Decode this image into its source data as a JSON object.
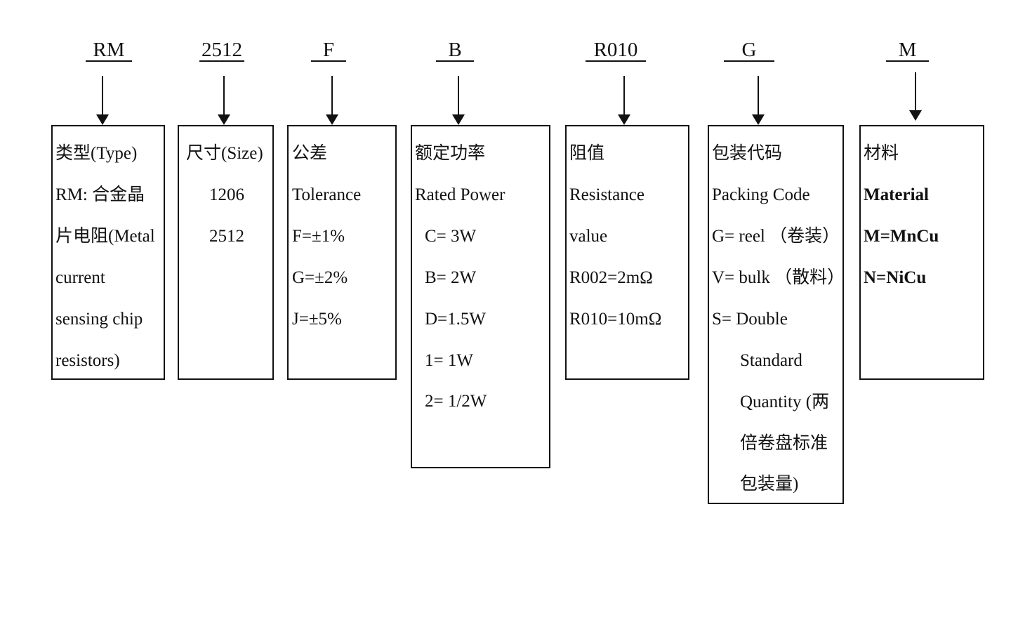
{
  "codes": [
    "RM",
    "2512",
    "F",
    "B",
    "R010",
    "G",
    "M"
  ],
  "boxes": {
    "type": {
      "title": "类型(Type)",
      "lines": [
        "RM:  合金晶",
        "片电阻(Metal",
        "current",
        "sensing chip",
        "resistors)"
      ]
    },
    "size": {
      "title": "尺寸(Size)",
      "lines": [
        "1206",
        "2512"
      ]
    },
    "tolerance": {
      "title": "公差",
      "lines": [
        "Tolerance",
        "F=±1%",
        "G=±2%",
        "J=±5%"
      ]
    },
    "power": {
      "title": "额定功率",
      "lines": [
        "Rated Power",
        "C= 3W",
        "B= 2W",
        "D=1.5W",
        "1= 1W",
        "2= 1/2W"
      ]
    },
    "resistance": {
      "title": "阻值",
      "lines": [
        "Resistance",
        "value",
        "R002=2mΩ",
        "R010=10mΩ"
      ]
    },
    "packing": {
      "title": "包装代码",
      "lines": [
        "Packing Code",
        "G= reel （卷装）",
        "V= bulk （散料）",
        "S= Double",
        "Standard",
        "Quantity (两",
        "倍卷盘标准",
        "包装量)"
      ]
    },
    "material": {
      "title": "材料",
      "lines": [
        "Material",
        "M=MnCu",
        "N=NiCu"
      ]
    }
  }
}
